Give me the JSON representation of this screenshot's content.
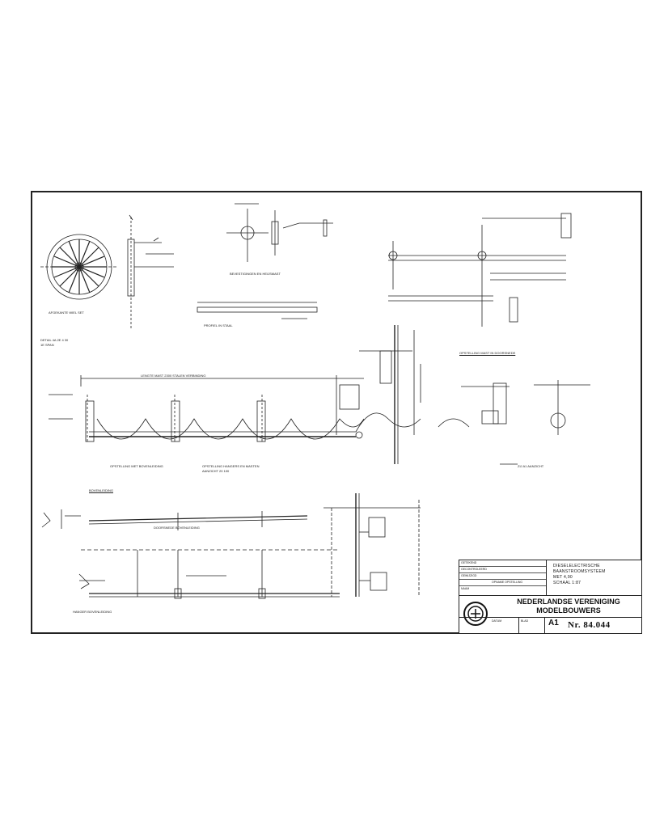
{
  "sheet": {
    "labels": {
      "detail_a": "DETAIL 4A 2E 4 30",
      "detail_b": "1E SPAN",
      "mast_caption": "AFGEKANTE WIEL SET",
      "top_mid_caption": "BEVESTIGINGEN EN HEIJSMAST",
      "profiel": "PROFIEL IN STAAL",
      "opstelling": "OPSTELLING MET BOVENLEIDING",
      "zijaanzicht": "OPSTELLING HANGERS EN MASTEN",
      "lengte_caption": "AANZICHT 20 100",
      "bovenleiding": "BOVENLEIDING",
      "right_section": "OPSTELLING MAST IN DOORSNEDE",
      "overhead_note": "LENGTE MAST 2300 STALEN VERBINDING",
      "bottom_caption": "DOORSNEDE BOVENLEIDING",
      "left_bottom": "HANGER BOVENLEIDING",
      "right_note": "ZIJ A1 AANZICHT"
    }
  },
  "title_block": {
    "rows": [
      "GETEKEND",
      "GECONTROLEERD",
      "GEWIJZIGD",
      "",
      "NAAM"
    ],
    "sub_caption": "OPNAME OPSTELLING",
    "description": [
      "DIESELELECTRISCHE",
      "BAANSTROOMSYSTEEM",
      "MET 4,90",
      "SCHAAL 1:87"
    ],
    "organization_line1": "NEDERLANDSE VERENIGING",
    "organization_line2": "MODELBOUWERS",
    "bottom_left": "DATUM",
    "bottom_mid": "BLAD",
    "size": "A1",
    "number": "Nr. 84.044"
  }
}
